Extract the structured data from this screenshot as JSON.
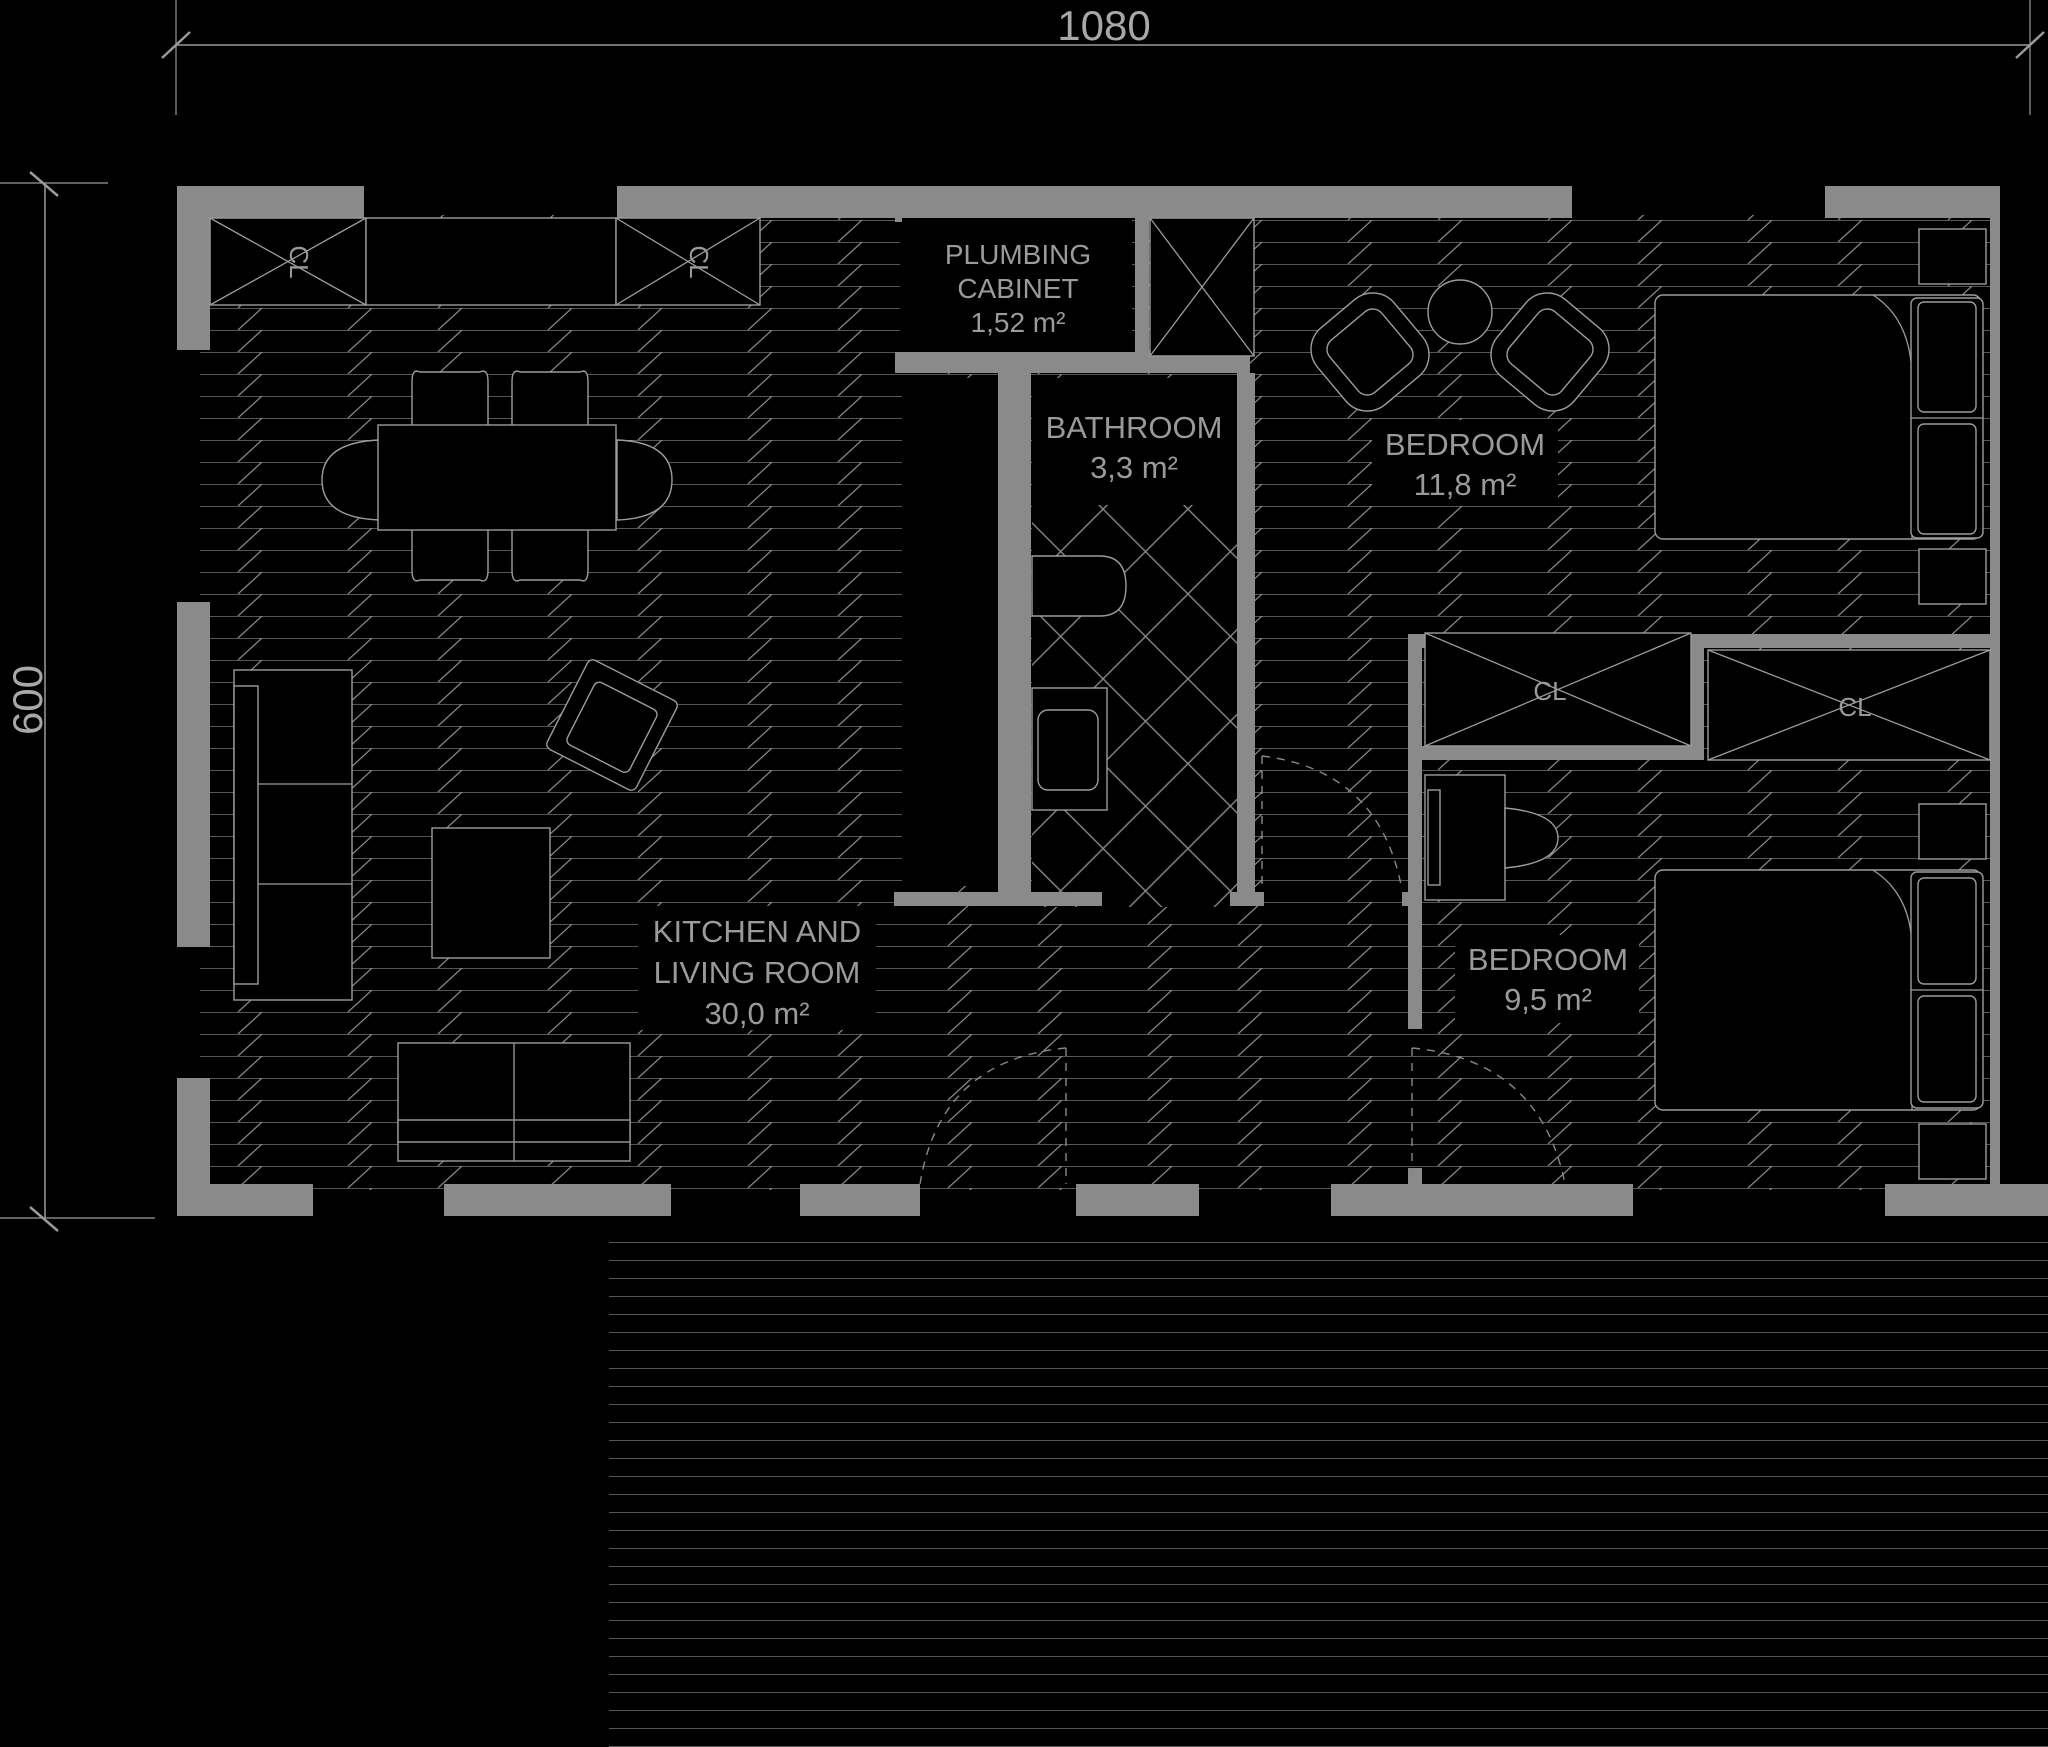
{
  "dimensions": {
    "width": "1080",
    "height": "600"
  },
  "rooms": {
    "plumbing": {
      "name_line1": "PLUMBING",
      "name_line2": "CABINET",
      "area": "1,52 m²"
    },
    "bathroom": {
      "name": "BATHROOM",
      "area": "3,3 m²"
    },
    "bedroom1": {
      "name": "BEDROOM",
      "area": "11,8 m²"
    },
    "living": {
      "name_line1": "KITCHEN AND",
      "name_line2": "LIVING ROOM",
      "area": "30,0 m²"
    },
    "bedroom2": {
      "name": "BEDROOM",
      "area": "9,5 m²"
    }
  },
  "closet_label": "CL",
  "colors": {
    "background": "#000000",
    "wall": "#8a8a8a",
    "line": "#9c9c9c",
    "text": "#9a9a9a"
  }
}
